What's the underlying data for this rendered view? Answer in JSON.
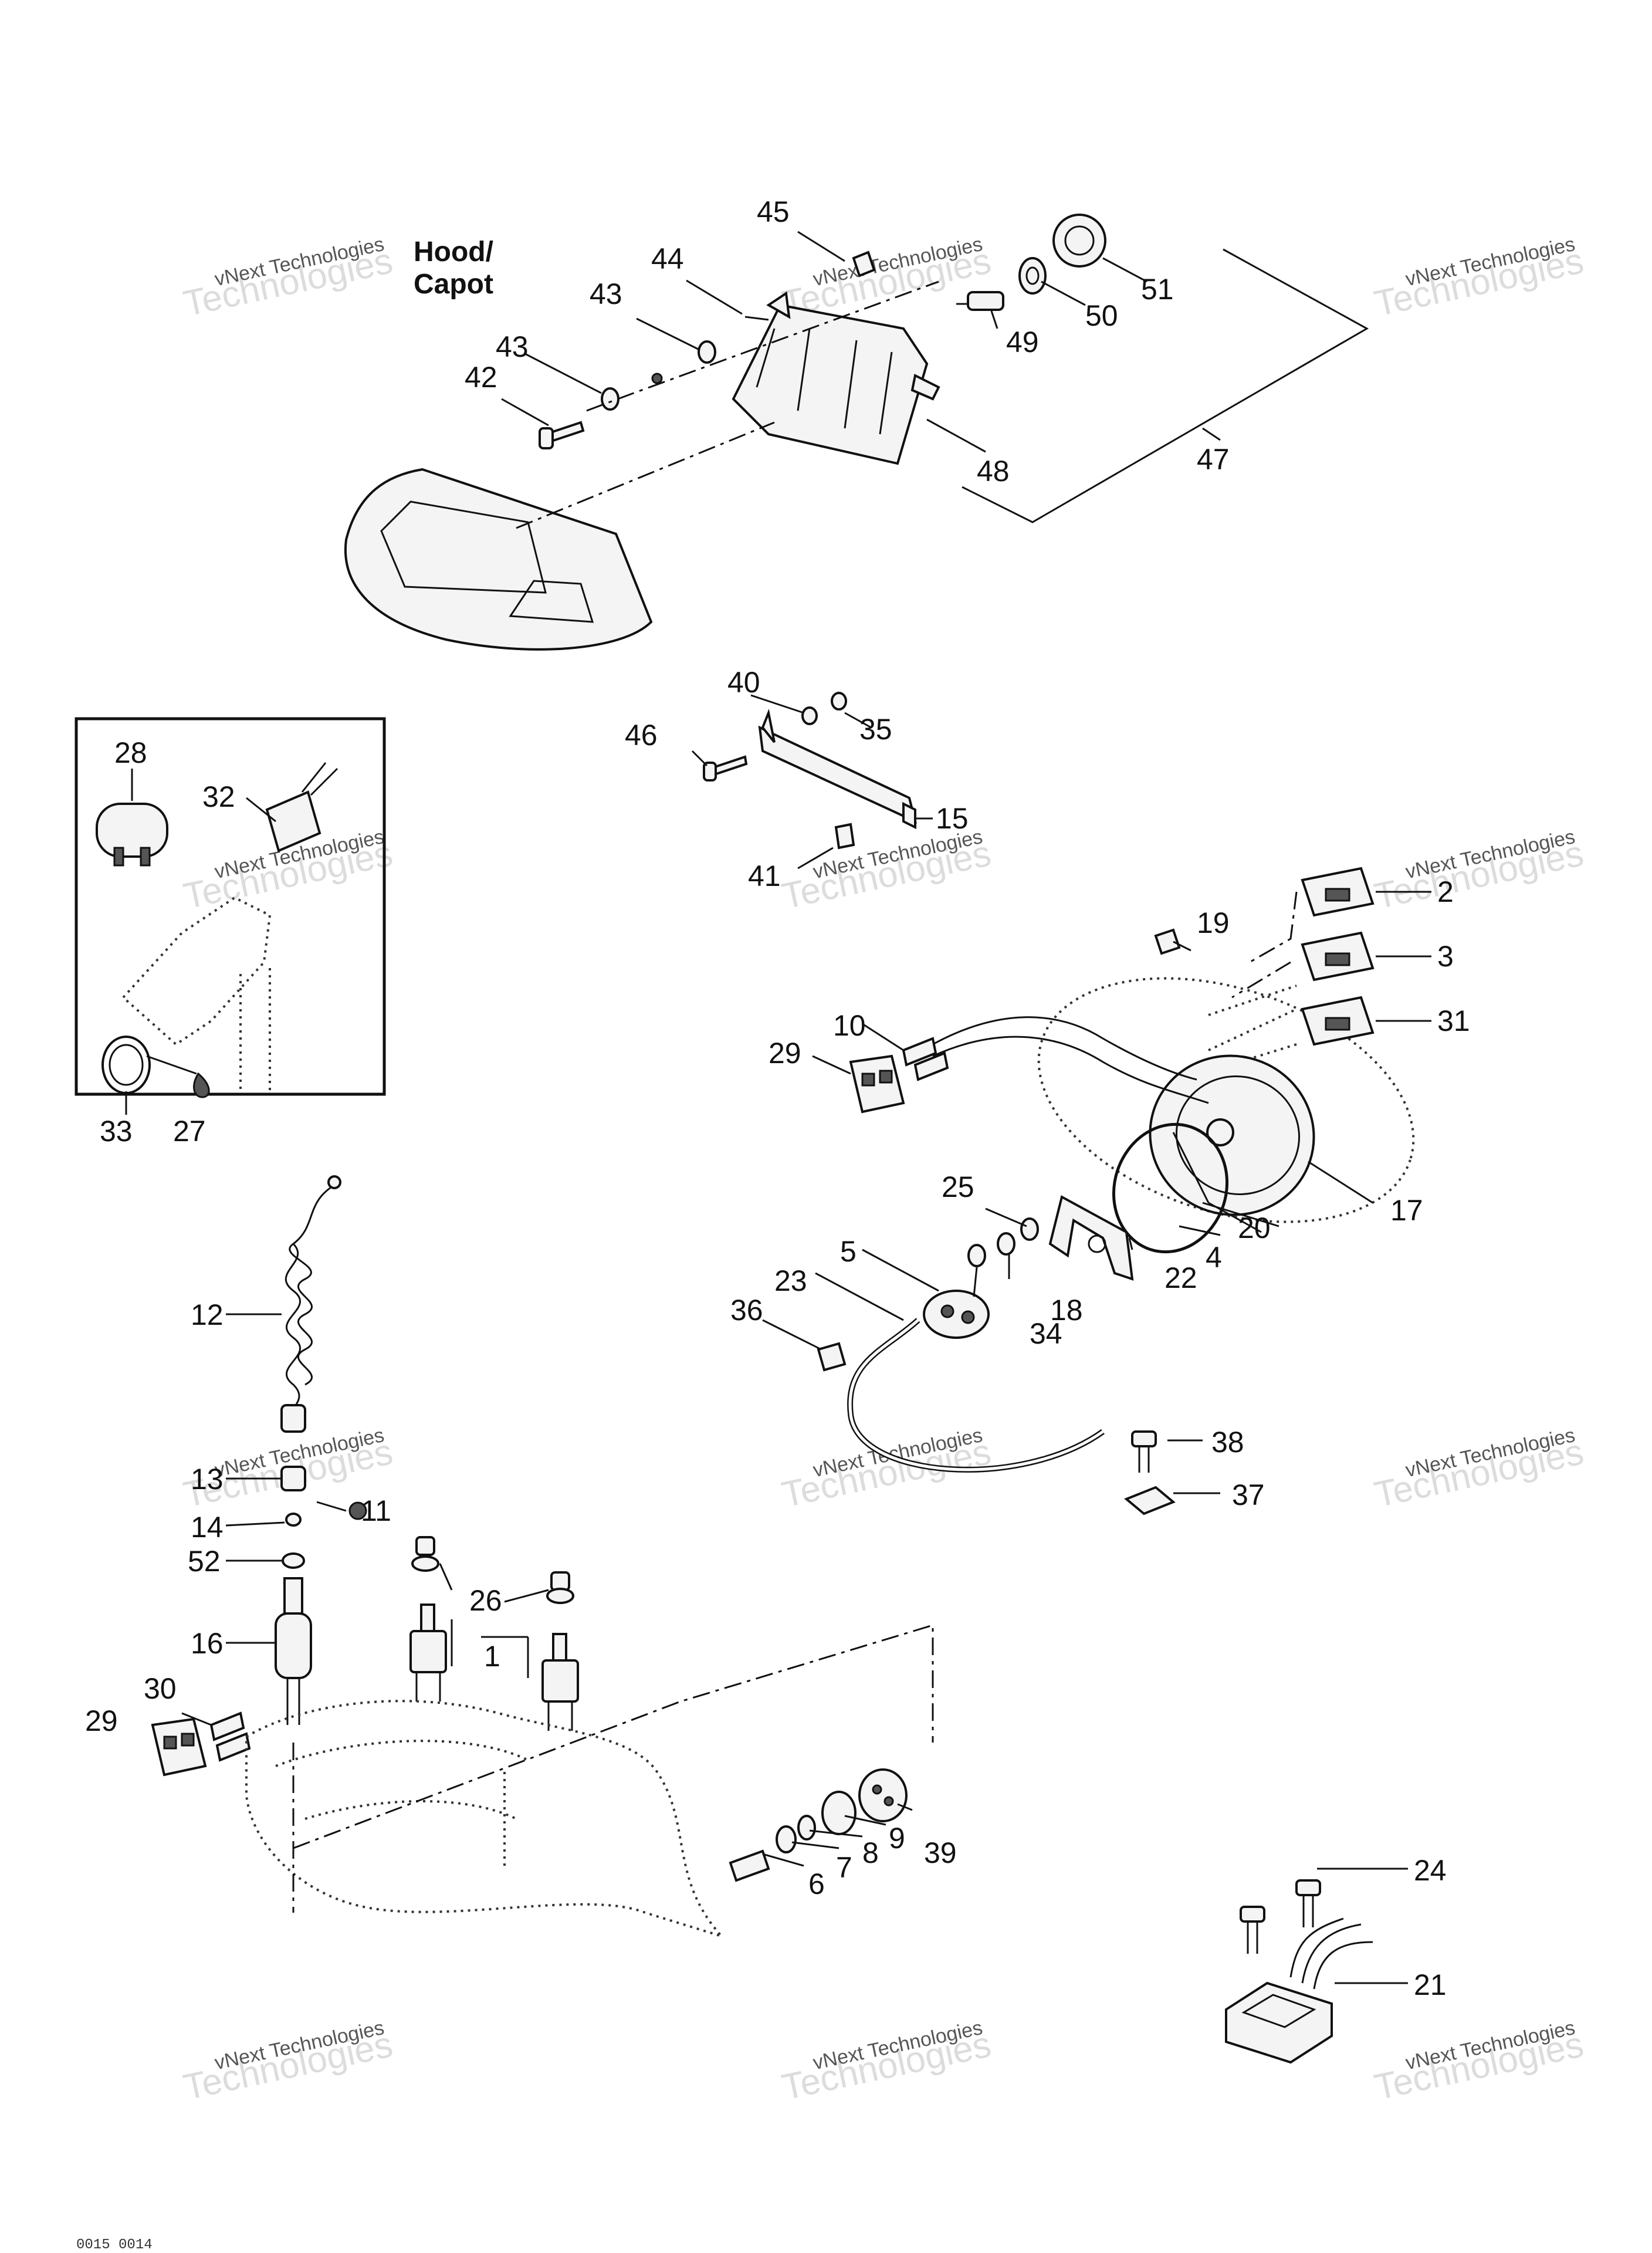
{
  "diagram": {
    "hood_label": [
      "Hood/",
      "Capot"
    ],
    "footer_code": "0015 0014",
    "watermark": {
      "line1": "vNext Technologies",
      "line2": "Technologies"
    },
    "callouts": [
      "1",
      "2",
      "3",
      "4",
      "5",
      "6",
      "7",
      "8",
      "9",
      "10",
      "11",
      "12",
      "13",
      "14",
      "15",
      "16",
      "17",
      "18",
      "19",
      "20",
      "21",
      "22",
      "23",
      "24",
      "25",
      "26",
      "27",
      "28",
      "29",
      "30",
      "31",
      "32",
      "33",
      "34",
      "35",
      "36",
      "37",
      "38",
      "39",
      "40",
      "41",
      "42",
      "43",
      "44",
      "45",
      "46",
      "47",
      "48",
      "49",
      "50",
      "51",
      "52"
    ]
  }
}
